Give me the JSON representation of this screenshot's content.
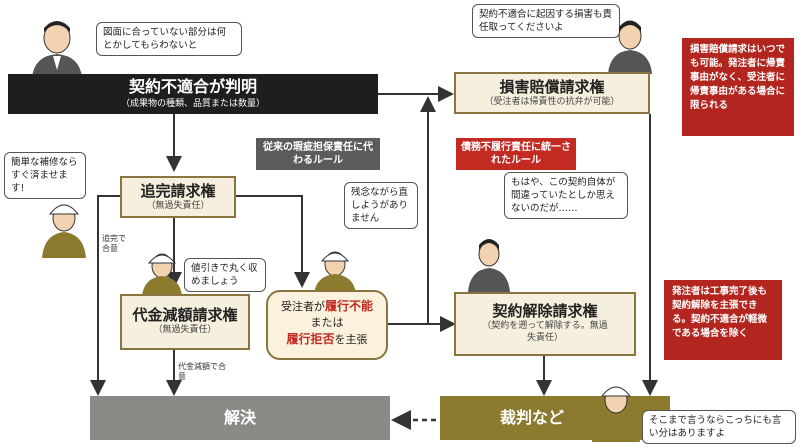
{
  "main_box": {
    "title": "契約不適合が判明",
    "subtitle": "（成果物の種類、品質または数量）"
  },
  "top_left_bubble": "図面に合っていない部分は何とかしてもらわないと",
  "top_right_bubble": "契約不適合に起因する損害も責任取ってくださいよ",
  "damages_box": {
    "title": "損害賠償請求権",
    "subtitle": "（受注者は帰責性の抗弁が可能）"
  },
  "damages_note": "損害賠償請求はいつでも可能。発注者に帰責事由がなく、受注者に帰責事由がある場合に限られる",
  "rule_old": "従来の瑕疵担保責任に代わるルール",
  "rule_new": "債務不履行責任に統一されたルール",
  "repair_box": {
    "title": "追完請求権",
    "subtitle": "（無過失責任）"
  },
  "repair_bubble": "簡単な補修ならすぐ済ませます!",
  "reduce_box": {
    "title": "代金減額請求権",
    "subtitle": "（無過失責任）"
  },
  "reduce_bubble": "値引きで丸く収めましょう",
  "regret_bubble": "残念ながら直しようがありません",
  "contractor_claim": {
    "prefix": "受注者が",
    "impossible": "履行不能",
    "or": "または",
    "refusal": "履行拒否",
    "suffix": "を主張"
  },
  "cancel_bubble": "もはや、この契約自体が間違っていたとしか思えないのだが……",
  "cancel_box": {
    "title": "契約解除請求権",
    "subtitle": "（契約を遡って解除する。無過失責任）"
  },
  "cancel_note": "発注者は工事完了後も契約解除を主張できる。契約不適合が軽微である場合を除く",
  "label_repair_agree": "追完で合意",
  "label_reduce_agree": "代金減額で合意",
  "resolve_label": "解決",
  "court_label": "裁判など",
  "court_bubble": "そこまで言うならこっちにも言い分はありますよ",
  "colors": {
    "dark": "#1e1e1e",
    "olive": "#8c7a2e",
    "gray": "#8a8a86",
    "red": "#b2261f",
    "cream": "#f6efdd"
  }
}
